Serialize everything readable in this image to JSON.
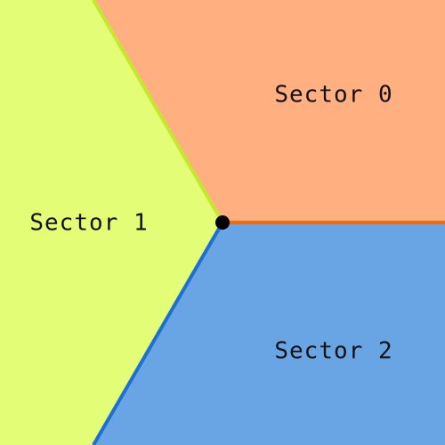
{
  "sectors": [
    {
      "label": "Sector 0",
      "fill": "#ffaf80",
      "border": "#f06a10"
    },
    {
      "label": "Sector 1",
      "fill": "#e4fd77",
      "border": "#c2ea2a"
    },
    {
      "label": "Sector 2",
      "fill": "#69a5e5",
      "border": "#1f6ed2"
    }
  ],
  "center_point": {
    "color": "#000000"
  }
}
